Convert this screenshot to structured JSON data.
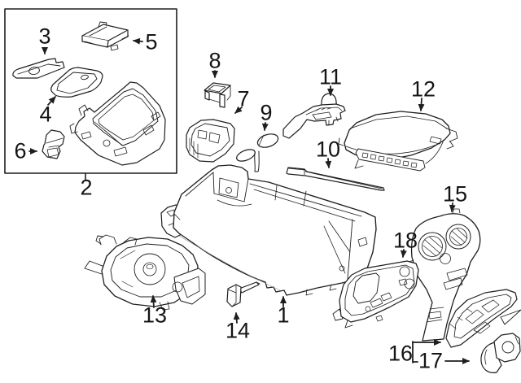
{
  "canvas": {
    "background": "#ffffff",
    "line_color": "#1f1f1f",
    "label_color": "#141414"
  },
  "callouts": {
    "1": "1",
    "2": "2",
    "3": "3",
    "4": "4",
    "5": "5",
    "6": "6",
    "7": "7",
    "8": "8",
    "9": "9",
    "10": "10",
    "11": "11",
    "12": "12",
    "13": "13",
    "14": "14",
    "15": "15",
    "16": "16",
    "17": "17",
    "18": "18"
  }
}
